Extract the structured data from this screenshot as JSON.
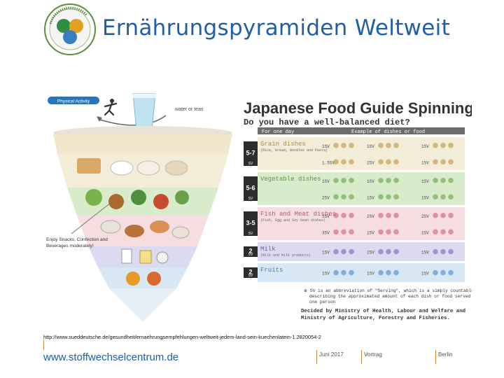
{
  "slide": {
    "title": "Ernährungspyramiden Weltweit",
    "source_url": "http://www.sueddeutsche.de/gesundheit/ernaehrungsempfehlungen-weltweit-jedem-land-sein-kuechenlatein-1.2820054-2",
    "footer": {
      "website": "www.stoffwechselcentrum.de",
      "date": "Juni 2017",
      "type": "Vortrag",
      "city": "Berlin"
    }
  },
  "logo": {
    "ring_text": "Stoffwechsel · Centrum · Berlin",
    "colors": [
      "#2f8f3e",
      "#e0a21c",
      "#3a7ec2"
    ]
  },
  "poster": {
    "title": "Japanese Food Guide Spinning Top",
    "question": "Do you have a well-balanced diet?",
    "physical_activity": "Physical Activity",
    "water_or_teas": "water or teas",
    "for_one_day": "For one day",
    "example_header": "Example of dishes or food",
    "enjoy_note": "Enjoy Snacks, Confection and Beverages moderately!",
    "sv_note": "SV is an abbreviation of \"Serving\", which is a simply countable number describing the approximated amount of each dish or food served to one person",
    "decided_by": "Decided by Ministry of Health, Labour and Welfare and Ministry of Agriculture, Forestry and Fisheries.",
    "sv_unit": "SV",
    "groups": [
      {
        "servings": "5-7",
        "name": "Grain dishes",
        "sub": "(Rice, bread, Noodles and Pasta)",
        "color": "#f3ecd6",
        "accent": "#b58a3c",
        "rows": [
          [
            "1SV",
            "1SV",
            "1SV"
          ],
          [
            "1.5SV",
            "2SV",
            "1SV"
          ]
        ]
      },
      {
        "servings": "5-6",
        "name": "Vegetable dishes",
        "sub": "",
        "color": "#d8ebcb",
        "accent": "#5a9a3a",
        "rows": [
          [
            "1SV",
            "1SV",
            "1SV"
          ],
          [
            "2SV",
            "1SV",
            "1SV"
          ]
        ]
      },
      {
        "servings": "3-5",
        "name": "Fish and Meat dishes",
        "sub": "(Fish, Egg and Soy bean dishes)",
        "color": "#f6dde0",
        "accent": "#c2566a",
        "rows": [
          [
            "1SV",
            "2SV",
            "2SV"
          ],
          [
            "3SV",
            "1SV",
            "1SV"
          ]
        ]
      },
      {
        "servings": "2",
        "name": "Milk",
        "sub": "(Milk and Milk products)",
        "color": "#dcdaf0",
        "accent": "#6a5fb0",
        "rows": [
          [
            "1SV",
            "2SV",
            "1SV"
          ]
        ]
      },
      {
        "servings": "2",
        "name": "Fruits",
        "sub": "",
        "color": "#d7e8f4",
        "accent": "#3a7ec2",
        "rows": [
          [
            "1SV",
            "1SV",
            "1SV"
          ]
        ]
      }
    ]
  }
}
